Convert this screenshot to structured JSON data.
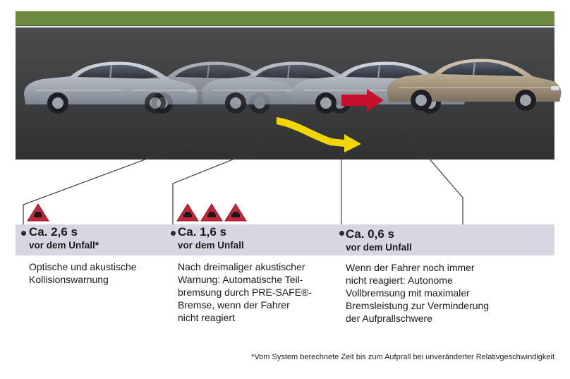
{
  "stages": [
    {
      "time": "Ca. 2,6 s",
      "sub": "vor dem Unfall*",
      "desc": [
        "Optische und akustische",
        "Kollisionswarnung"
      ],
      "warnings": 1
    },
    {
      "time": "Ca. 1,6 s",
      "sub": "vor dem Unfall",
      "desc": [
        "Nach dreimaliger akustischer",
        "Warnung: Automatische Teil-",
        "bremsung durch PRE-SAFE®-",
        "Bremse, wenn der Fahrer",
        "nicht reagiert"
      ],
      "warnings": 3
    },
    {
      "time": "Ca. 0,6 s",
      "sub": "vor dem Unfall",
      "desc": [
        "Wenn der Fahrer noch immer",
        "nicht reagiert: Autonome",
        "Vollbremsung mit maximaler",
        "Bremsleistung zur Verminderung",
        "der Aufprallschwere"
      ],
      "warnings": 0
    }
  ],
  "footnote": "*Vom System berechnete Zeit bis zum Aufprall bei unveränderter Relativgeschwindigkeit",
  "colors": {
    "road": "#3b3d3f",
    "grass": "#6c8a3e",
    "band": "#d9d6e3",
    "warning": "#c2273a",
    "arrow_red": "#c8102e",
    "arrow_yellow": "#f2d600",
    "car_silver": "#b4bac3",
    "car_bronze": "#b3a48d"
  },
  "icons": [
    "warning-triangle-icon",
    "car-icon"
  ]
}
